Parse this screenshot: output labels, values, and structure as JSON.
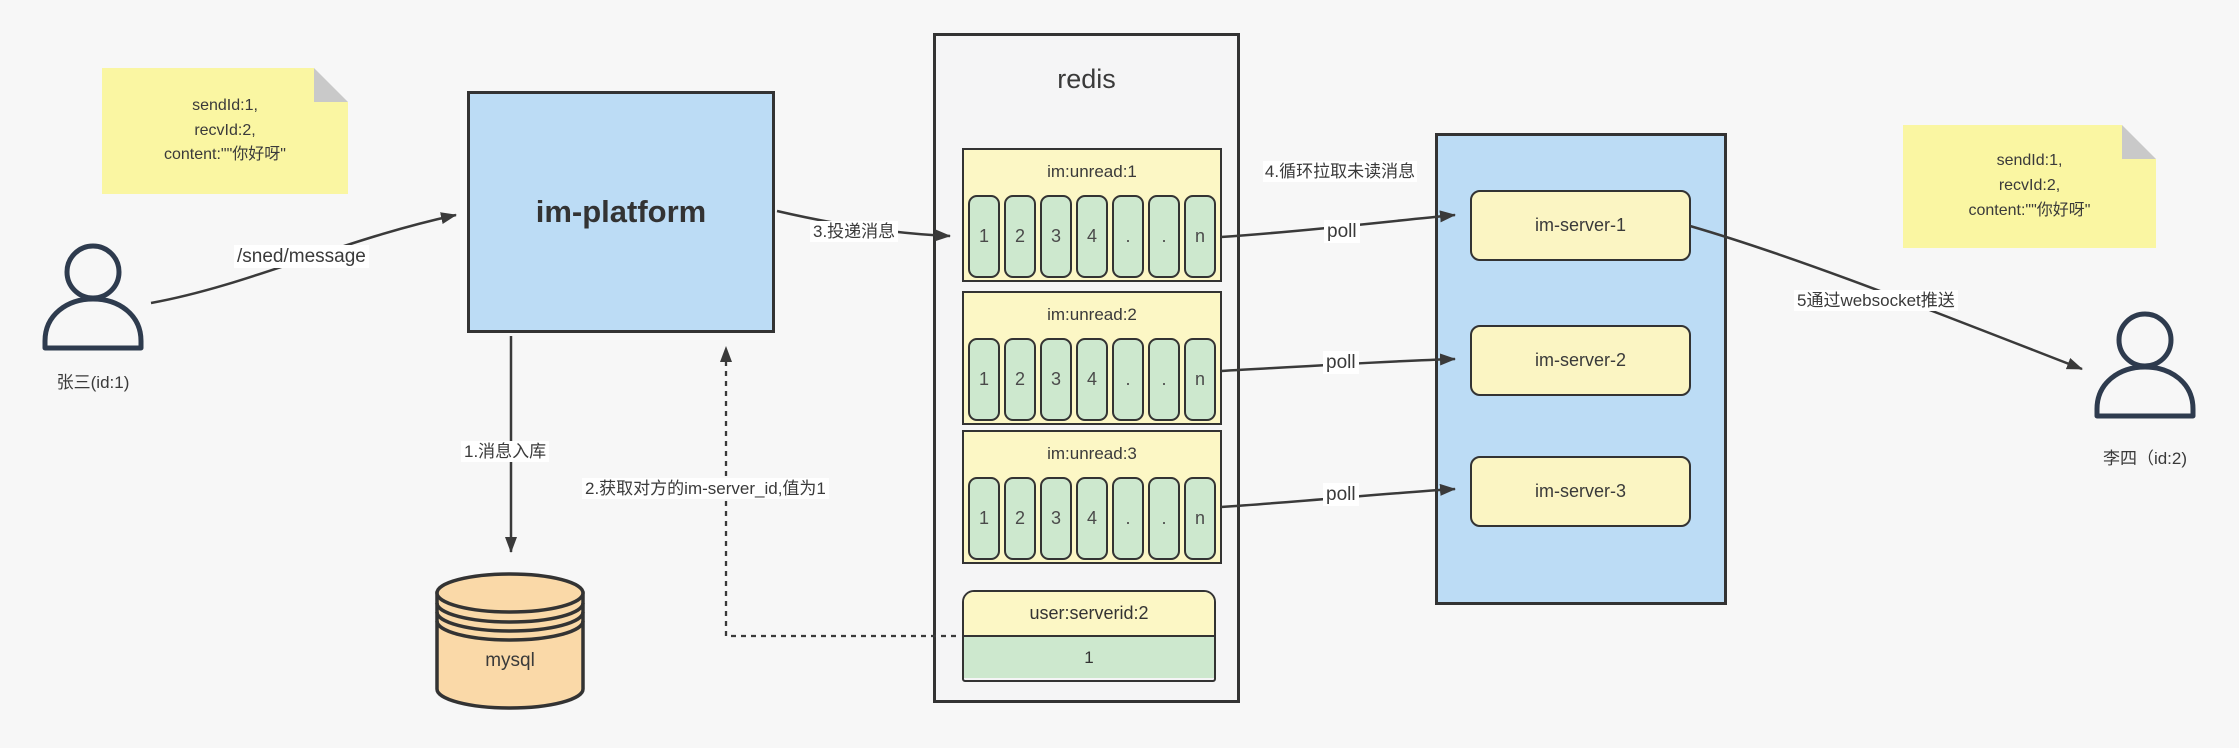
{
  "notes": {
    "left": {
      "lines": [
        "sendId:1,",
        "recvId:2,",
        "content:\"\"你好呀\""
      ]
    },
    "right": {
      "lines": [
        "sendId:1,",
        "recvId:2,",
        "content:\"\"你好呀\""
      ]
    }
  },
  "actors": {
    "sender": {
      "label": "张三(id:1)"
    },
    "receiver": {
      "label": "李四（id:2)"
    }
  },
  "platform": {
    "label": "im-platform"
  },
  "database": {
    "label": "mysql"
  },
  "redis": {
    "title": "redis",
    "queues": [
      {
        "name": "im:unread:1",
        "cells": [
          "1",
          "2",
          "3",
          "4",
          ".",
          ".",
          "n"
        ]
      },
      {
        "name": "im:unread:2",
        "cells": [
          "1",
          "2",
          "3",
          "4",
          ".",
          ".",
          "n"
        ]
      },
      {
        "name": "im:unread:3",
        "cells": [
          "1",
          "2",
          "3",
          "4",
          ".",
          ".",
          "n"
        ]
      }
    ],
    "mapping": {
      "key": "user:serverid:2",
      "value": "1"
    }
  },
  "servers": [
    {
      "label": "im-server-1"
    },
    {
      "label": "im-server-2"
    },
    {
      "label": "im-server-3"
    }
  ],
  "labels": {
    "send_api": "/sned/message",
    "step1": "1.消息入库",
    "step2": "2.获取对方的im-server_id,值为1",
    "step3": "3.投递消息",
    "step4": "4.循环拉取未读消息",
    "step5": "5通过websocket推送",
    "poll": "poll"
  },
  "colors": {
    "background": "#f7f7f7",
    "note_yellow": "#faf6a2",
    "block_blue": "#bcdcf5",
    "queue_yellow": "#fcf7c5",
    "cell_green": "#cde8ce",
    "db_tan": "#fad9a8",
    "stroke_dark": "#333333"
  }
}
